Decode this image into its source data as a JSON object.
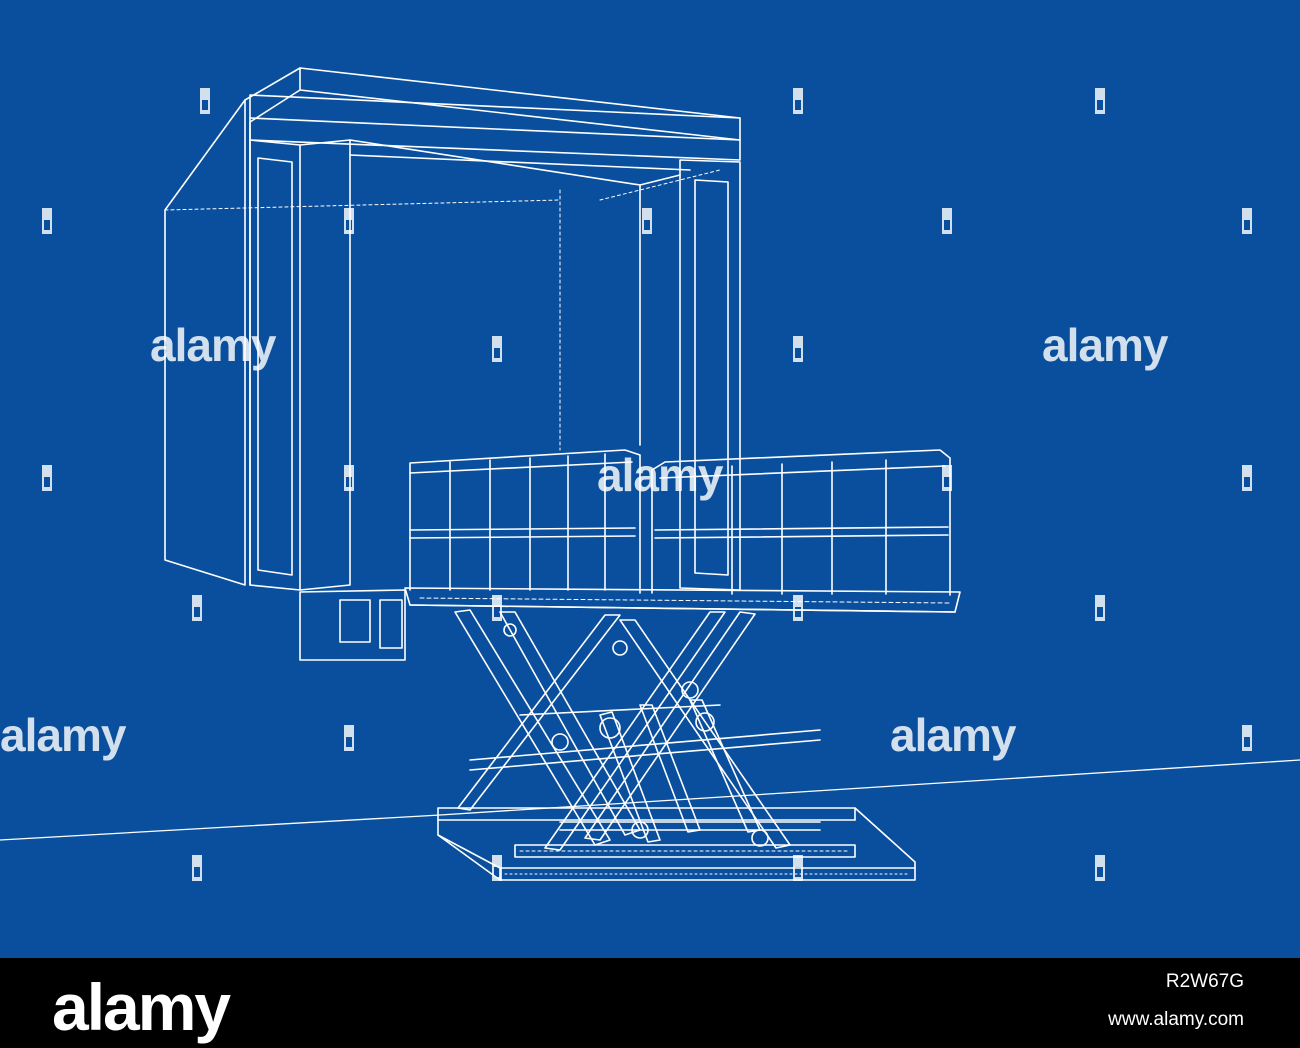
{
  "colors": {
    "background": "#0a4f9d",
    "lines": "#ffffff",
    "footer": "#000000"
  },
  "watermark": {
    "word": "alamy",
    "icon": "alamy-a-icon"
  },
  "footer": {
    "brand": "alamy",
    "image_id": "R2W67G",
    "url": "www.alamy.com"
  }
}
